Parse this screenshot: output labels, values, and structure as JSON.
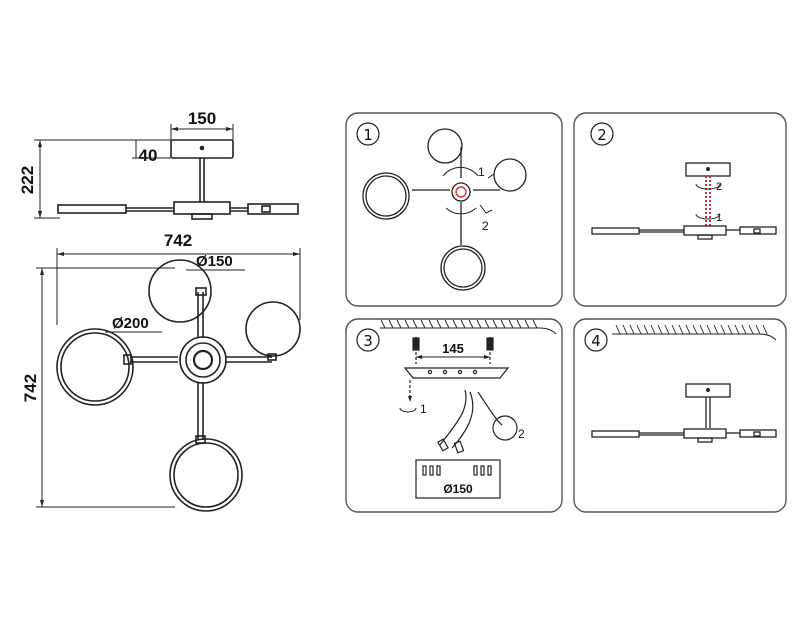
{
  "dimensions": {
    "canopy_width": "150",
    "canopy_height": "40",
    "total_height": "222",
    "overall_width": "742",
    "overall_height": "742",
    "small_globe": "Ø150",
    "large_ring": "Ø200"
  },
  "panels": [
    {
      "step": "1",
      "labels": [
        "1",
        "2"
      ]
    },
    {
      "step": "2",
      "labels": [
        "2",
        "1"
      ]
    },
    {
      "step": "3",
      "labels": [
        "145",
        "1",
        "2",
        "Ø150"
      ]
    },
    {
      "step": "4",
      "labels": []
    }
  ],
  "colors": {
    "stroke": "#222222",
    "panel_border": "#555555",
    "accent": "#cc3333"
  }
}
